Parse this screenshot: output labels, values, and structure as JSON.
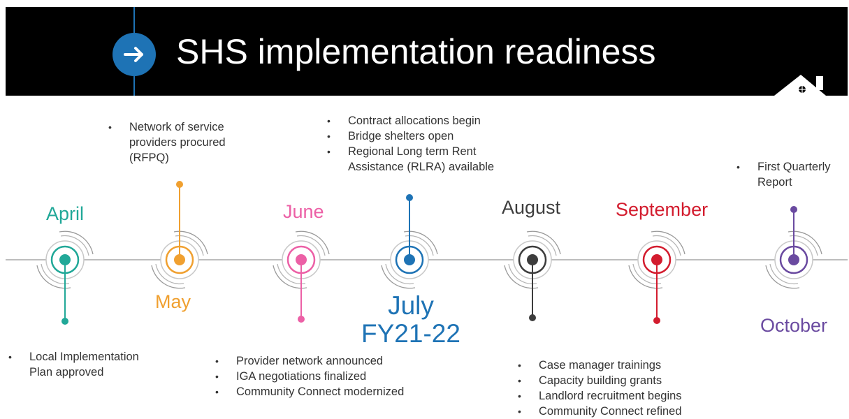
{
  "header": {
    "title": "SHS implementation readiness",
    "arrow_icon": "arrow-right-icon",
    "house_icon": "house-icon",
    "bg_color": "#000000",
    "accent": "#1e73b5"
  },
  "timeline": {
    "april": {
      "label": "April",
      "color": "#21a898",
      "bullets": [
        "Local Implementation Plan approved"
      ]
    },
    "may": {
      "label": "May",
      "color": "#f0a030",
      "bullets": [
        "Network of service providers procured (RFPQ)"
      ]
    },
    "june": {
      "label": "June",
      "color": "#ec60a6",
      "bullets": [
        "Provider network announced",
        "IGA negotiations finalized",
        "Community Connect modernized"
      ]
    },
    "july": {
      "label": "July",
      "fy": "FY21-22",
      "color": "#1e73b5",
      "bullets": [
        "Contract allocations begin",
        "Bridge shelters open",
        "Regional Long term Rent Assistance (RLRA) available"
      ]
    },
    "august": {
      "label": "August",
      "color": "#3d3d3d",
      "bullets": [
        "Case manager trainings",
        "Capacity building grants",
        "Landlord recruitment begins",
        "Community Connect refined"
      ]
    },
    "september": {
      "label": "September",
      "color": "#d31c2e",
      "bullets": []
    },
    "october": {
      "label": "October",
      "color": "#6a4aa0",
      "bullets": [
        "First Quarterly Report"
      ]
    }
  }
}
